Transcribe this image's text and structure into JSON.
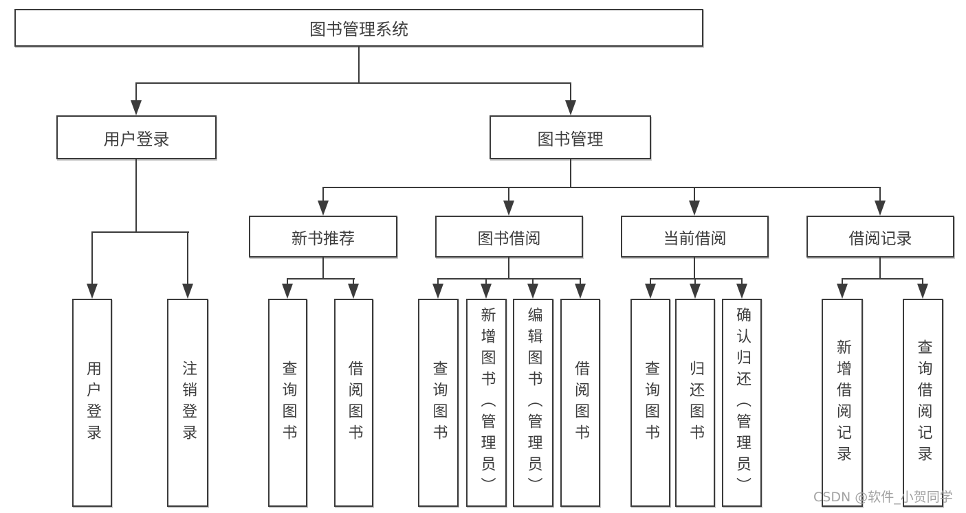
{
  "root": {
    "label": "图书管理系统"
  },
  "level2": {
    "user_login": "用户登录",
    "book_mgmt": "图书管理"
  },
  "level3": {
    "new_books": "新书推荐",
    "book_borrow": "图书借阅",
    "current_borrow": "当前借阅",
    "borrow_records": "借阅记录"
  },
  "leaves": [
    "用户登录",
    "注销登录",
    "查询图书",
    "借阅图书",
    "查询图书",
    "新增图书（管理员）",
    "编辑图书（管理员）",
    "借阅图书",
    "查询图书",
    "归还图书",
    "确认归还（管理员）",
    "新增借阅记录",
    "查询借阅记录"
  ],
  "watermark": "CSDN @软件_小贺同学",
  "colors": {
    "line": "#3b3b3b",
    "text": "#3d3d3d",
    "watermark": "#a3a3a3"
  }
}
